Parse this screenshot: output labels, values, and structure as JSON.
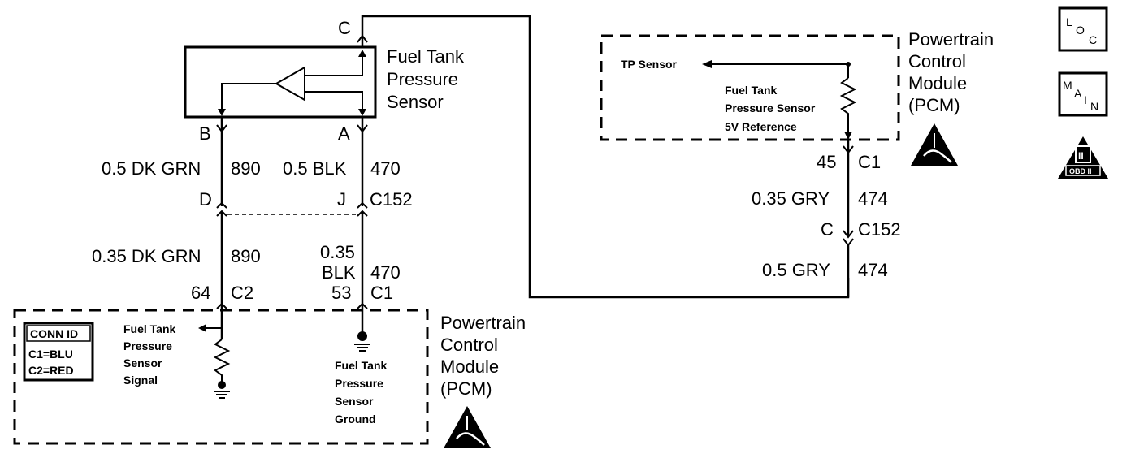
{
  "sensor": {
    "title_line1": "Fuel Tank",
    "title_line2": "Pressure",
    "title_line3": "Sensor",
    "pin_b": "B",
    "pin_a": "A",
    "pin_c": "C"
  },
  "wires": {
    "left_upper_gauge": "0.5 DK GRN",
    "left_upper_circuit": "890",
    "mid_upper_gauge": "0.5 BLK",
    "mid_upper_circuit": "470",
    "left_lower_gauge": "0.35 DK GRN",
    "left_lower_circuit": "890",
    "mid_lower_gauge_line1": "0.35",
    "mid_lower_gauge_line2": "BLK",
    "mid_lower_circuit": "470",
    "right_upper_gauge": "0.35 GRY",
    "right_upper_circuit": "474",
    "right_lower_gauge": "0.5 GRY",
    "right_lower_circuit": "474"
  },
  "connectors": {
    "c152_d": "D",
    "c152_j": "J",
    "c152_label": "C152",
    "c2_pin": "64",
    "c2_label": "C2",
    "c1_pin": "53",
    "c1_label": "C1",
    "right_c1_pin": "45",
    "right_c1_label": "C1",
    "right_c152_pin": "C",
    "right_c152_label": "C152"
  },
  "pcm_bottom": {
    "title_line1": "Powertrain",
    "title_line2": "Control",
    "title_line3": "Module",
    "title_line4": "(PCM)",
    "signal_line1": "Fuel Tank",
    "signal_line2": "Pressure",
    "signal_line3": "Sensor",
    "signal_line4": "Signal",
    "ground_line1": "Fuel Tank",
    "ground_line2": "Pressure",
    "ground_line3": "Sensor",
    "ground_line4": "Ground",
    "conn_id_title": "CONN ID",
    "conn_id_c1": "C1=BLU",
    "conn_id_c2": "C2=RED"
  },
  "pcm_top": {
    "title_line1": "Powertrain",
    "title_line2": "Control",
    "title_line3": "Module",
    "title_line4": "(PCM)",
    "tp_sensor": "TP Sensor",
    "ref_line1": "Fuel Tank",
    "ref_line2": "Pressure Sensor",
    "ref_line3": "5V Reference"
  },
  "icons": {
    "loc_l": "L",
    "loc_o": "O",
    "loc_c": "C",
    "main_m": "M",
    "main_a": "A",
    "main_i": "I",
    "main_n": "N",
    "obd_roman": "II",
    "obd_text": "OBD II"
  }
}
